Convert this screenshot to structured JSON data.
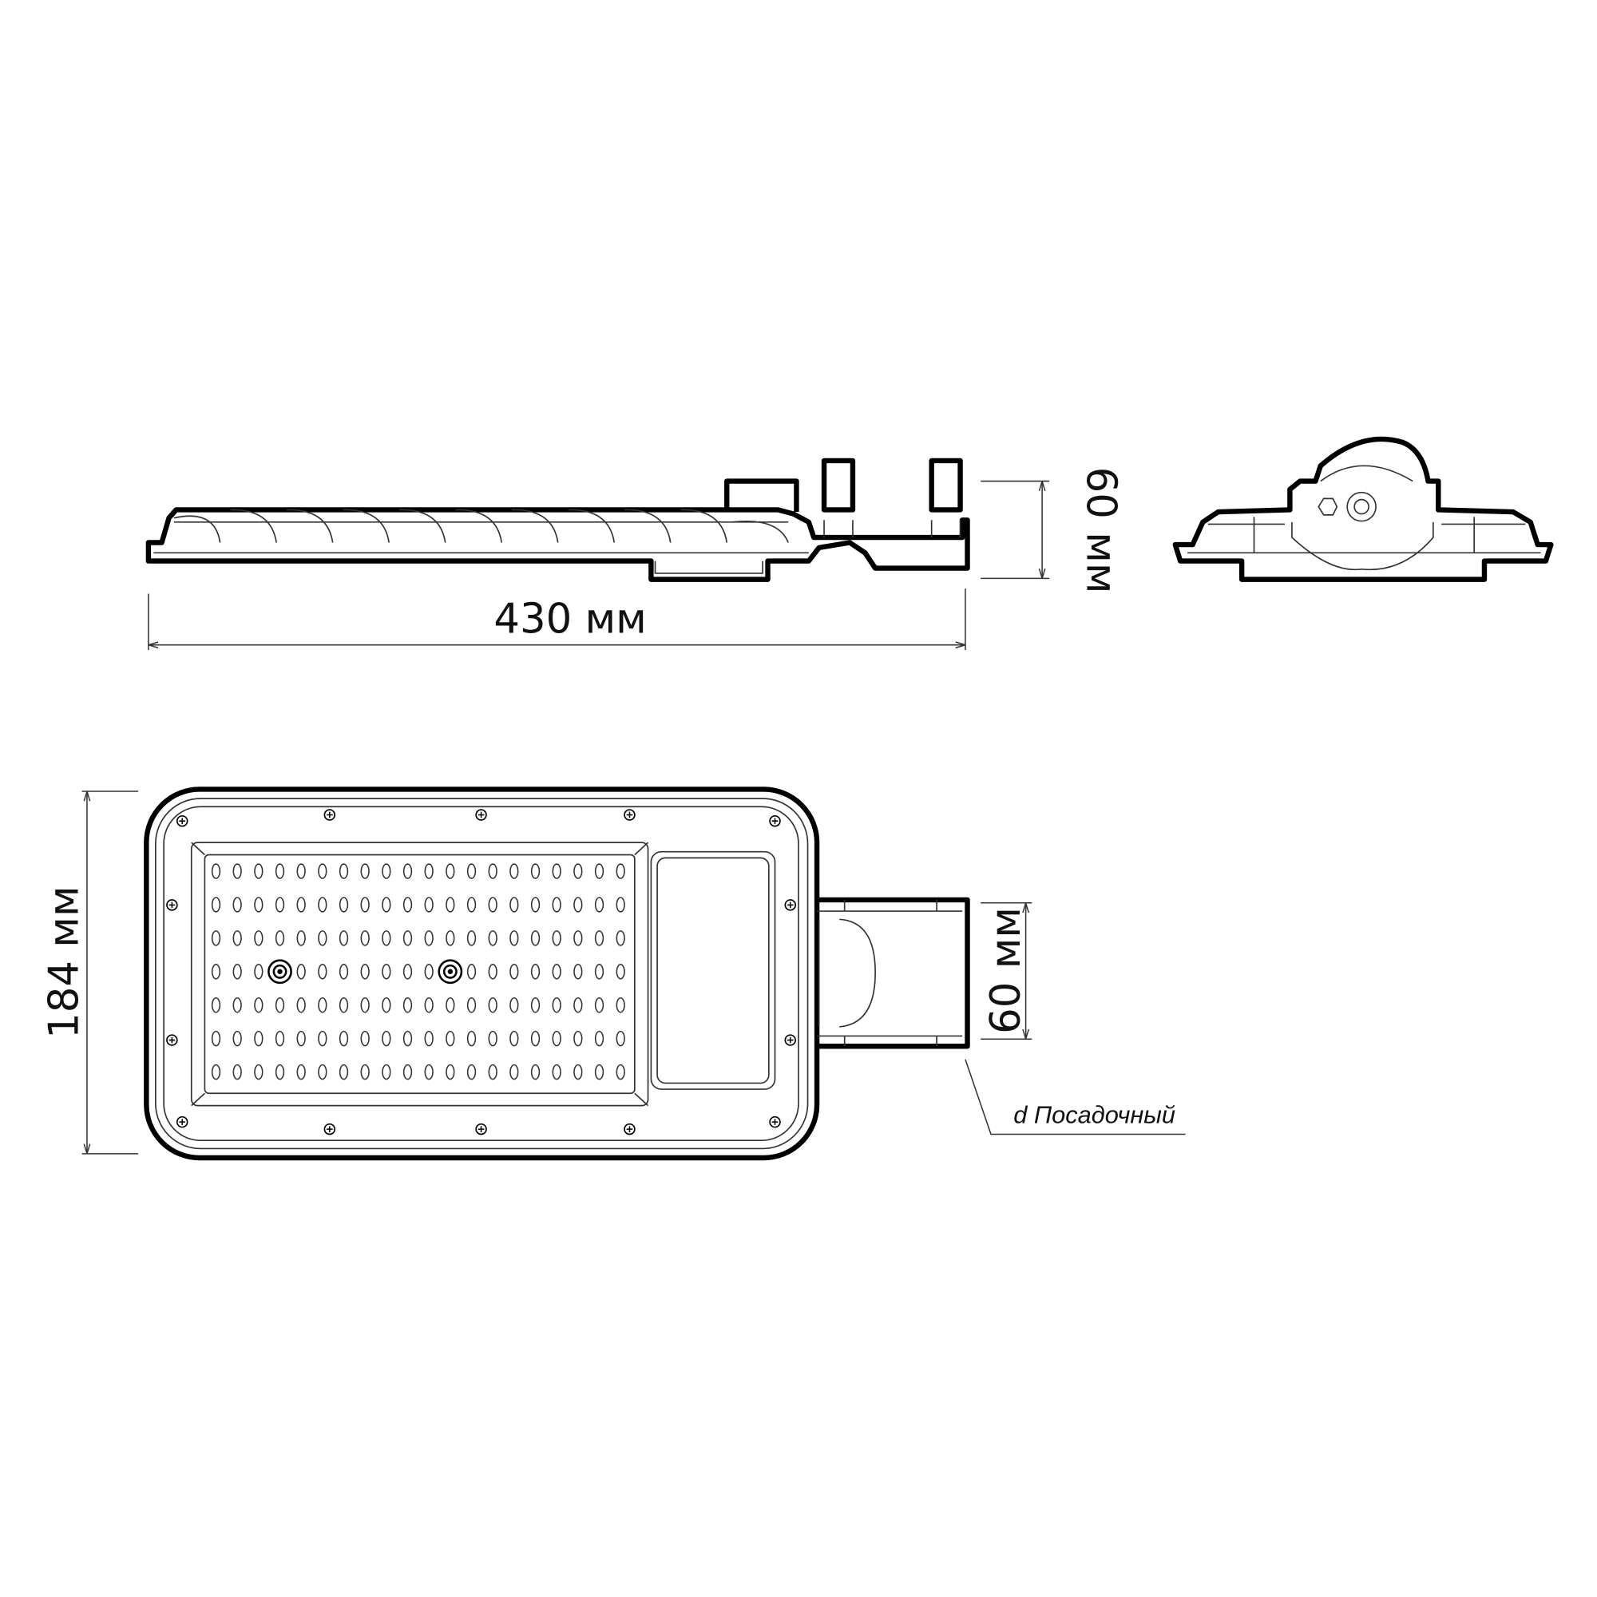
{
  "dimensions": {
    "length": "430 мм",
    "height": "60 мм",
    "width": "184 мм",
    "mount_width": "60 мм"
  },
  "notes": {
    "mount_diameter": "d Посадочный"
  },
  "led_grid": {
    "columns": 20,
    "rows": 7,
    "lens_positions": [
      [
        3,
        4
      ],
      [
        11,
        4
      ]
    ]
  },
  "colors": {
    "line": "#000000",
    "background": "#ffffff"
  }
}
